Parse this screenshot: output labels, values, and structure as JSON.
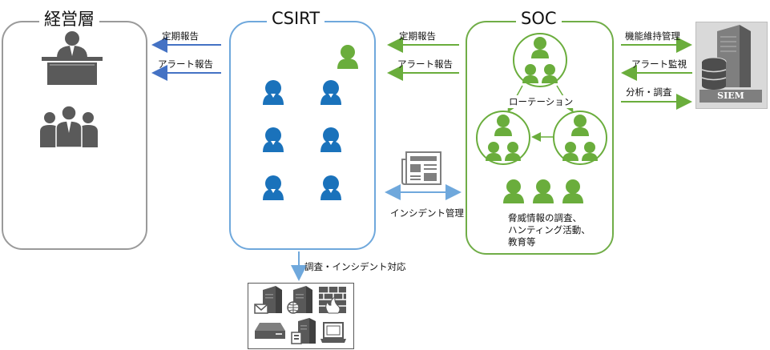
{
  "management": {
    "title": "経営層"
  },
  "csirt": {
    "title": "CSIRT"
  },
  "soc": {
    "title": "SOC",
    "rotation_label": "ローテーション",
    "activities": [
      "脅威情報の調査、",
      "ハンティング活動、",
      "教育等"
    ]
  },
  "links": {
    "csirt_to_mgmt_periodic": "定期報告",
    "csirt_to_mgmt_alert": "アラート報告",
    "soc_to_csirt_periodic": "定期報告",
    "soc_to_csirt_alert": "アラート報告",
    "incident_mgmt": "インシデント管理",
    "investigation": "調査・インシデント対応",
    "soc_to_siem_maintenance": "機能維持管理",
    "siem_to_soc_alert": "アラート監視",
    "soc_to_siem_analysis": "分析・調査"
  },
  "siem": {
    "label": "SIEM"
  },
  "colors": {
    "blue": "#1a72bb",
    "green": "#6aad3c",
    "gray": "#5a5a5a",
    "csirt_border": "#6fa8dc",
    "soc_border": "#70ad47"
  }
}
